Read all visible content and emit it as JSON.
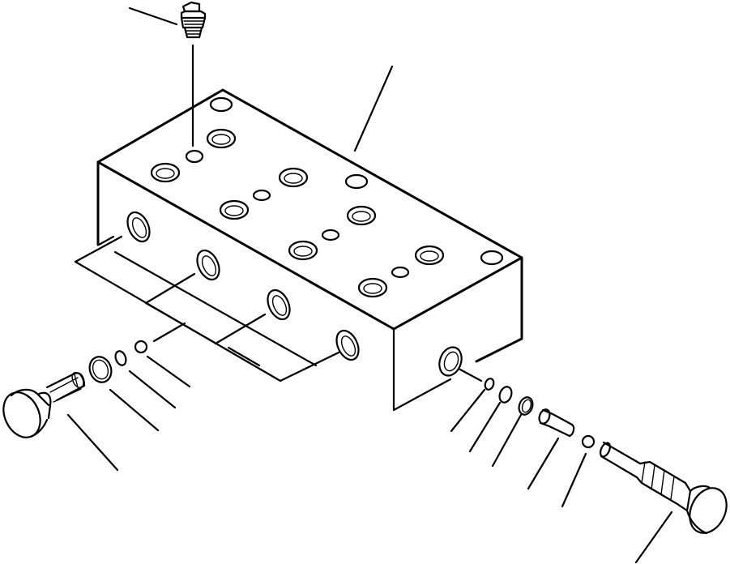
{
  "diagram": {
    "background": "#ffffff",
    "line_color": "#000000",
    "parts": [
      "valve-block",
      "top-fitting",
      "left-plug",
      "left-o-ring-large",
      "left-o-ring-small",
      "left-ball",
      "right-plug",
      "right-sleeve",
      "right-o-ring-large",
      "right-o-ring-medium",
      "right-ball-small",
      "right-ball",
      "right-pin"
    ]
  }
}
